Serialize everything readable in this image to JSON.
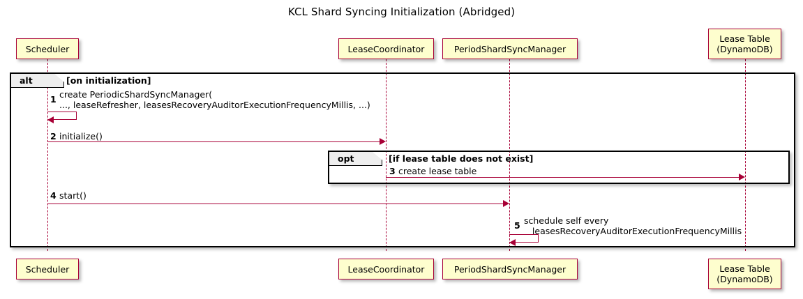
{
  "title": "KCL Shard Syncing Initialization (Abridged)",
  "colors": {
    "participant_fill": "#FEFECE",
    "participant_border": "#A80036",
    "arrow": "#A80036",
    "group_frame": "#000000",
    "group_tab_fill": "#EEEEEE",
    "background": "#FFFFFF"
  },
  "participants": [
    {
      "id": "scheduler",
      "label": "Scheduler",
      "line2": ""
    },
    {
      "id": "lease-coordinator",
      "label": "LeaseCoordinator",
      "line2": ""
    },
    {
      "id": "period-shard-sync-manager",
      "label": "PeriodShardSyncManager",
      "line2": ""
    },
    {
      "id": "lease-table",
      "label": "Lease Table",
      "line2": "(DynamoDB)"
    }
  ],
  "groups": [
    {
      "id": "alt",
      "keyword": "alt",
      "condition": "[on initialization]"
    },
    {
      "id": "opt",
      "keyword": "opt",
      "condition": "[if lease table does not exist]"
    }
  ],
  "messages": [
    {
      "seq": "1",
      "from": "scheduler",
      "to": "scheduler",
      "kind": "self",
      "line1": "create PeriodicShardSyncManager(",
      "line2": "..., leaseRefresher, leasesRecoveryAuditorExecutionFrequencyMillis, ...)"
    },
    {
      "seq": "2",
      "from": "scheduler",
      "to": "lease-coordinator",
      "kind": "sync",
      "line1": "initialize()",
      "line2": ""
    },
    {
      "seq": "3",
      "from": "lease-coordinator",
      "to": "lease-table",
      "kind": "sync",
      "line1": "create lease table",
      "line2": ""
    },
    {
      "seq": "4",
      "from": "scheduler",
      "to": "period-shard-sync-manager",
      "kind": "sync",
      "line1": "start()",
      "line2": ""
    },
    {
      "seq": "5",
      "from": "period-shard-sync-manager",
      "to": "period-shard-sync-manager",
      "kind": "self",
      "line1": "schedule self every",
      "line2": "   leasesRecoveryAuditorExecutionFrequencyMillis"
    }
  ]
}
